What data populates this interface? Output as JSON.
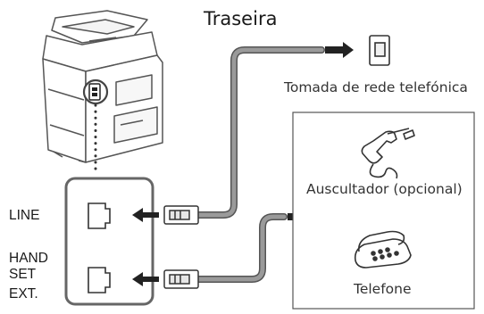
{
  "diagram": {
    "title": "Traseira",
    "wall_jack_label": "Tomada de rede telefónica",
    "handset_label": "Auscultador (opcional)",
    "telephone_label": "Telefone",
    "ports": {
      "line": "LINE",
      "handset_line1": "HAND",
      "handset_line2": "SET",
      "ext": "EXT."
    }
  },
  "colors": {
    "line_art": "#555555",
    "cable_gray": "#8c8c8c",
    "highlight_box": "#666666",
    "arrow": "#222222"
  },
  "icons": [
    "printer-icon",
    "wall-jack-icon",
    "handset-icon",
    "telephone-icon",
    "modular-port-icon",
    "rj11-plug-icon",
    "arrow-icon"
  ]
}
